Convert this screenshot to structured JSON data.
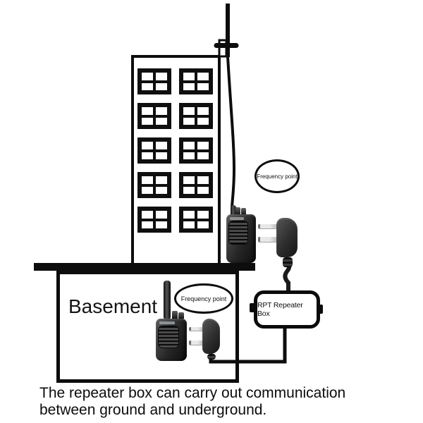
{
  "diagram": {
    "upper_frequency_label": "Frequency point",
    "lower_frequency_label": "Frequency point",
    "basement_label": "Basement",
    "repeater_box_label": "RPT Repeater Box",
    "caption_line1": "The repeater box can carry out communication",
    "caption_line2": "between ground and underground.",
    "icons": {
      "antenna_mast": "rooftop-antenna-mast",
      "ground_radio": "walkie-talkie",
      "basement_radio": "walkie-talkie",
      "ground_connector": "two-pin-connector",
      "basement_connector": "two-pin-connector"
    },
    "colors": {
      "ink": "#0d0d0d",
      "background": "#ffffff",
      "radio_body": "#2a2a2a",
      "connector_body": "#343434",
      "pin_metal": "#cfcfcf"
    }
  }
}
